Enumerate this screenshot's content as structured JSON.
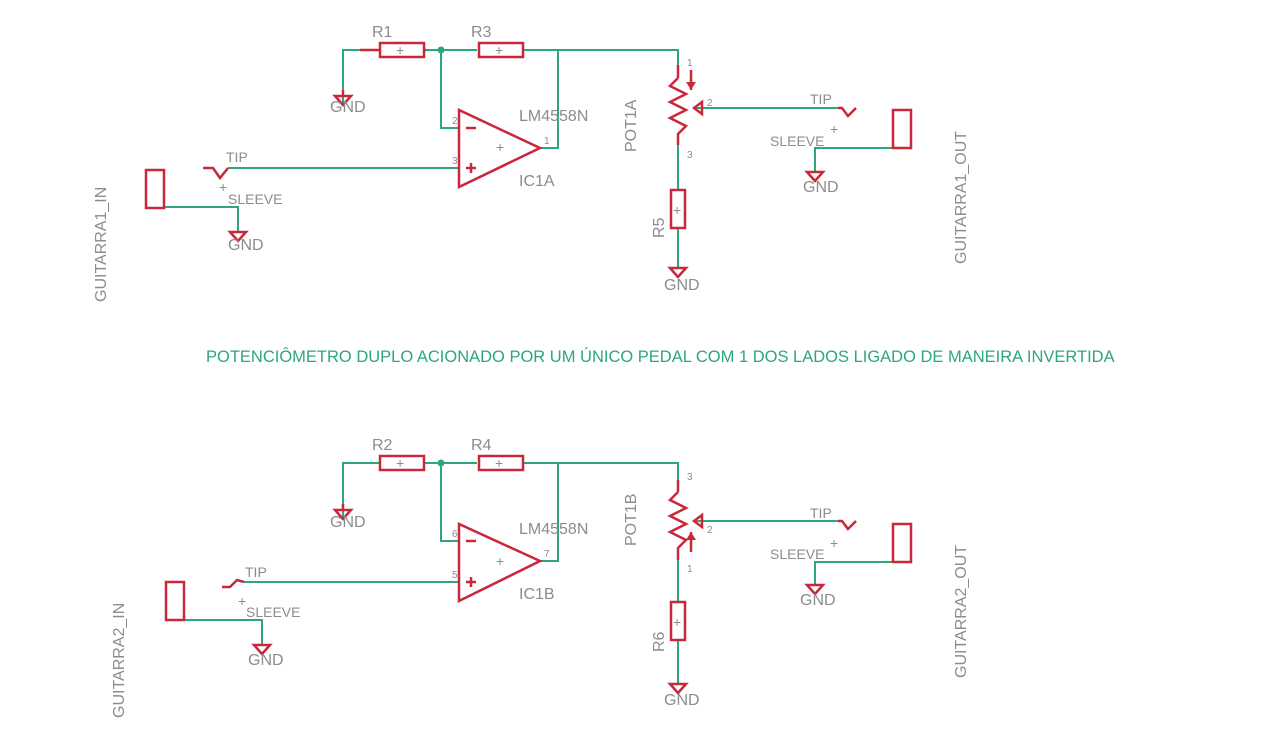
{
  "colors": {
    "wire": "#2ca77c",
    "part": "#c8283a",
    "label": "#8c8c8c",
    "background": "#ffffff"
  },
  "note": "POTENCIÔMETRO DUPLO ACIONADO POR UM ÚNICO PEDAL COM 1 DOS LADOS LIGADO DE MANEIRA INVERTIDA",
  "channel1": {
    "r_in": "R1",
    "r_fb": "R3",
    "r_out": "R5",
    "opamp_value": "LM4558N",
    "opamp_name": "IC1A",
    "pin_minus": "2",
    "pin_plus": "3",
    "pin_out": "1",
    "pot_name": "POT1A",
    "pot_pin_top": "1",
    "pot_pin_wiper": "2",
    "pot_pin_bottom": "3",
    "jack_in": "GUITARRA1_IN",
    "jack_out": "GUITARRA1_OUT",
    "tip": "TIP",
    "sleeve": "SLEEVE",
    "gnd": "GND"
  },
  "channel2": {
    "r_in": "R2",
    "r_fb": "R4",
    "r_out": "R6",
    "opamp_value": "LM4558N",
    "opamp_name": "IC1B",
    "pin_minus": "6",
    "pin_plus": "5",
    "pin_out": "7",
    "pot_name": "POT1B",
    "pot_pin_top": "3",
    "pot_pin_wiper": "2",
    "pot_pin_bottom": "1",
    "jack_in": "GUITARRA2_IN",
    "jack_out": "GUITARRA2_OUT",
    "tip": "TIP",
    "sleeve": "SLEEVE",
    "gnd": "GND"
  }
}
